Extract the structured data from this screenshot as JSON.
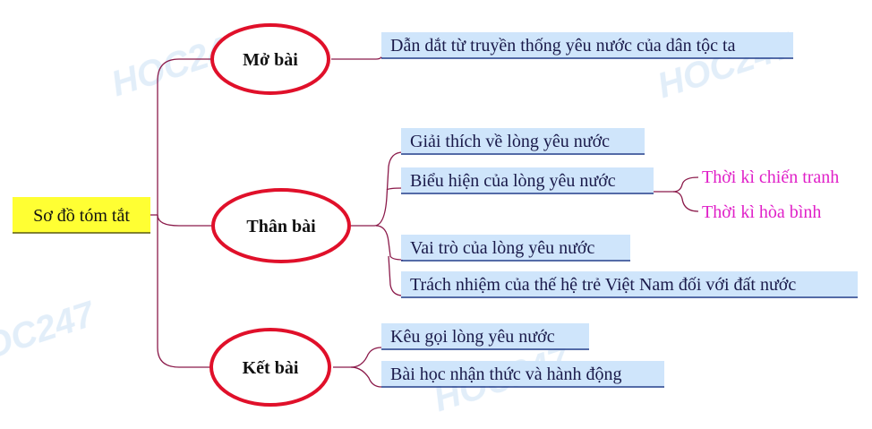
{
  "root": {
    "label": "Sơ đồ tóm tắt"
  },
  "sections": [
    {
      "label": "Mở bài",
      "items": [
        "Dẫn dắt từ truyền thống yêu nước của dân tộc ta"
      ]
    },
    {
      "label": "Thân bài",
      "items": [
        "Giải thích về lòng yêu nước",
        "Biểu hiện của lòng yêu nước",
        "Vai trò của lòng yêu nước",
        "Trách nhiệm của thế hệ trẻ Việt Nam đối với đất nước"
      ],
      "sub_items": [
        "Thời kì chiến tranh",
        "Thời kì hòa bình"
      ]
    },
    {
      "label": "Kết bài",
      "items": [
        "Kêu gọi lòng yêu nước",
        "Bài học nhận thức và hành động"
      ]
    }
  ],
  "watermark": "HOC247",
  "colors": {
    "root_fill": "#ffff33",
    "item_fill": "#cfe5fb",
    "circle_stroke": "#e0102a",
    "connector": "#8b1a4a",
    "sub_text": "#e020c8",
    "item_underline": "#1c3a8a"
  }
}
